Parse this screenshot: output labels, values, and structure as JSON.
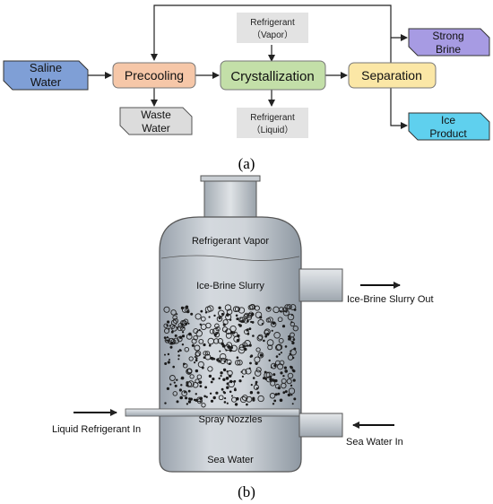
{
  "flow": {
    "saline_water": {
      "line1": "Saline",
      "line2": "Water",
      "color": "#7f9fd6"
    },
    "precooling": {
      "label": "Precooling",
      "color": "#f6c7a8"
    },
    "crystallization": {
      "label": "Crystallization",
      "color": "#c3dfa8"
    },
    "separation": {
      "label": "Separation",
      "color": "#fbe7a6"
    },
    "waste_water": {
      "line1": "Waste",
      "line2": "Water",
      "color": "#dcdcdc"
    },
    "refrigerant_vapor": {
      "line1": "Refrigerant",
      "line2": "（Vapor）",
      "color": "#e3e3e3"
    },
    "refrigerant_liquid": {
      "line1": "Refrigerant",
      "line2": "（Liquid）",
      "color": "#e3e3e3"
    },
    "strong_brine": {
      "line1": "Strong",
      "line2": "Brine",
      "color": "#a79be3"
    },
    "ice_product": {
      "line1": "Ice",
      "line2": "Product",
      "color": "#5fd0ee"
    },
    "panel_label": "(a)"
  },
  "vessel": {
    "refrigerant_vapor": "Refrigerant Vapor",
    "ice_brine_slurry": "Ice-Brine Slurry",
    "ice_brine_slurry_out": "Ice-Brine Slurry Out",
    "spray_nozzles": "Spray Nozzles",
    "sea_water": "Sea Water",
    "liquid_refrigerant_in": "Liquid Refrigerant In",
    "sea_water_in": "Sea Water In",
    "panel_label": "(b)"
  }
}
